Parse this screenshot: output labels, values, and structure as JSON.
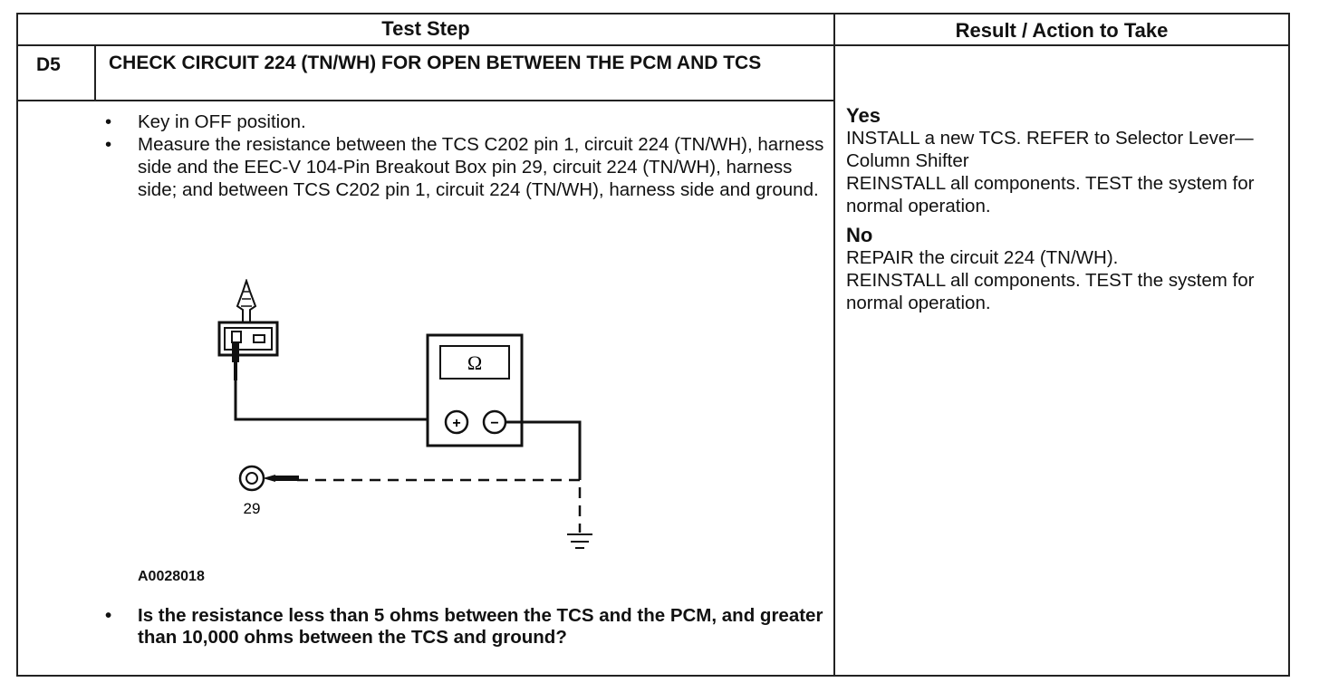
{
  "header": {
    "test_step": "Test Step",
    "result_action": "Result / Action to Take"
  },
  "step": {
    "id": "D5",
    "title": "CHECK CIRCUIT 224 (TN/WH) FOR OPEN BETWEEN THE PCM AND TCS"
  },
  "instructions": [
    "Key in OFF position.",
    "Measure the resistance between the TCS C202 pin 1, circuit 224 (TN/WH), harness side and the EEC-V 104-Pin Breakout Box pin 29, circuit 224 (TN/WH), harness side; and between TCS C202 pin 1, circuit 224 (TN/WH), harness side and ground."
  ],
  "figure": {
    "meter_symbol": "Ω",
    "plus": "+",
    "minus": "−",
    "pin_label": "29",
    "figure_id": "A0028018"
  },
  "question": "Is the resistance less than 5 ohms between the TCS and the PCM, and greater than 10,000 ohms between the TCS and ground?",
  "results": {
    "yes_label": "Yes",
    "yes_line1": "INSTALL a new TCS. REFER to Selector Lever—Column Shifter",
    "yes_line2": "REINSTALL all components. TEST the system for normal operation.",
    "no_label": "No",
    "no_line1": "REPAIR the circuit 224 (TN/WH).",
    "no_line2": "REINSTALL all components. TEST the system for normal operation."
  }
}
